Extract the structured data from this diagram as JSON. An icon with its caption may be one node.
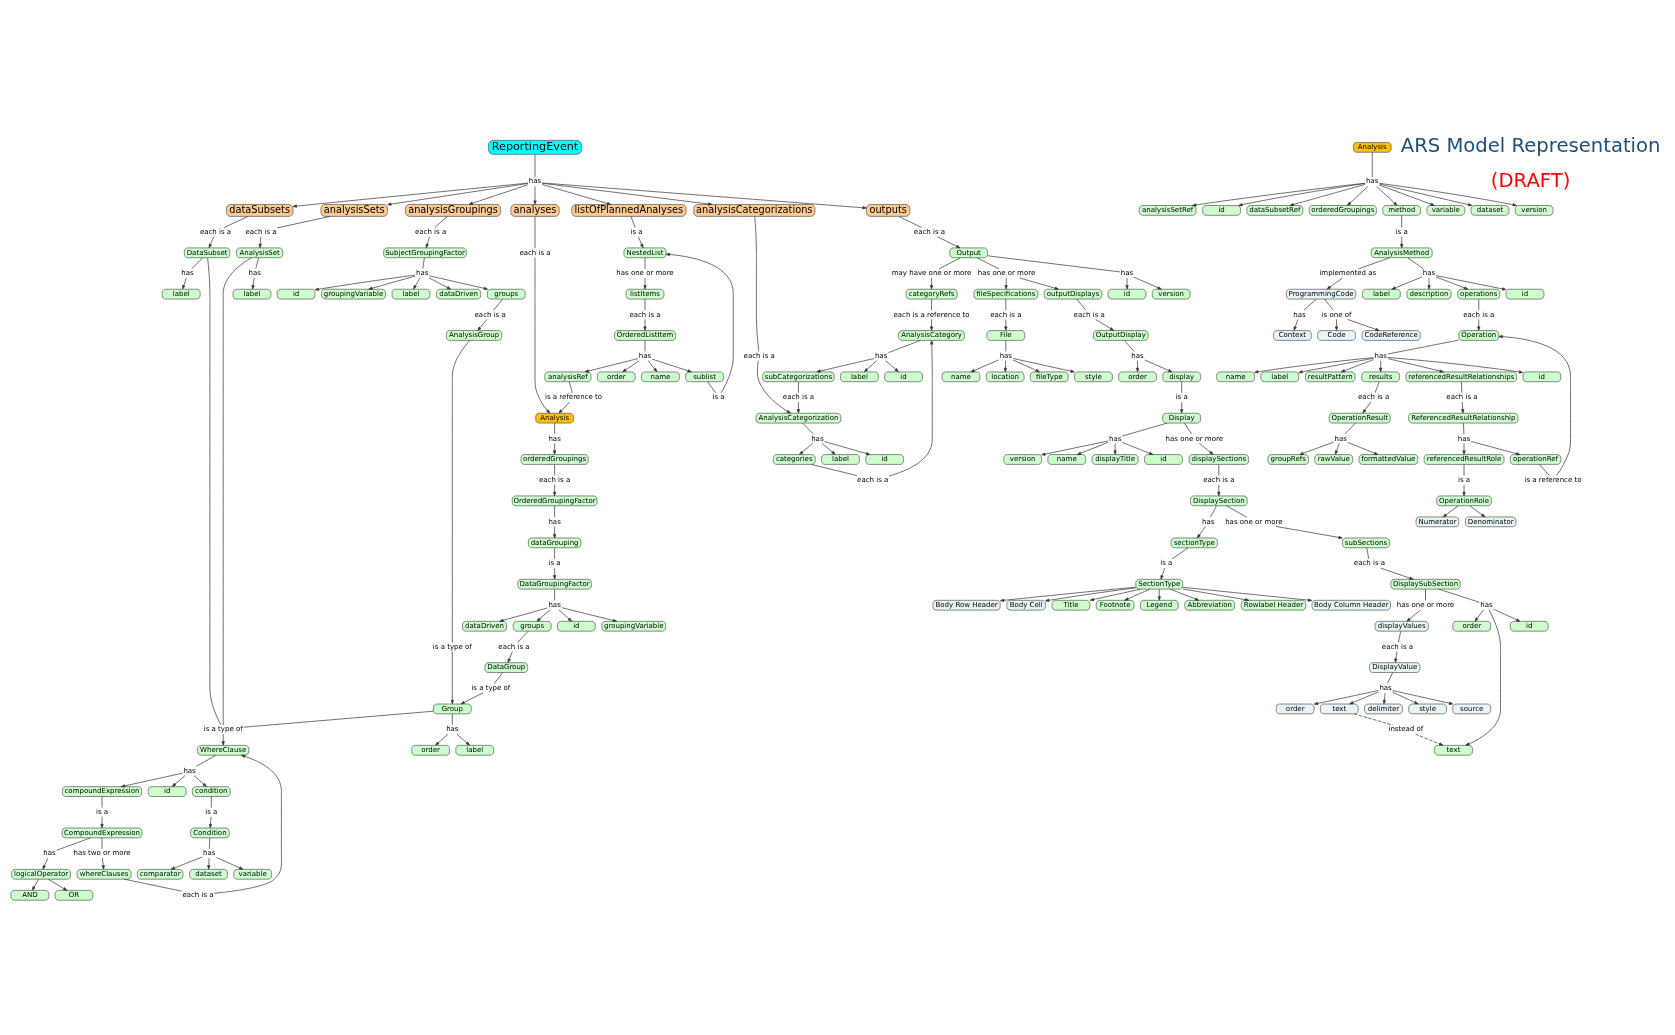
{
  "diagram": {
    "nodes": [
      {
        "text": [
          "ReportingEvent"
        ]
      },
      {
        "text": [
          "has"
        ]
      },
      {
        "text": [
          "dataSubsets"
        ]
      },
      {
        "text": [
          "analysisSets"
        ]
      },
      {
        "text": [
          "analysisGroupings"
        ]
      },
      {
        "text": [
          "analyses"
        ]
      },
      {
        "text": [
          "listOfPlannedAnalyses"
        ]
      },
      {
        "text": [
          "outputs"
        ]
      },
      {
        "text": [
          "analysisCategorizations"
        ]
      },
      {
        "text": [
          "each is a"
        ]
      },
      {
        "text": [
          "DataSubset"
        ]
      },
      {
        "text": [
          "has"
        ]
      },
      {
        "text": [
          "label"
        ]
      },
      {
        "text": [
          "is a type of"
        ]
      },
      {
        "text": [
          "each is a"
        ]
      },
      {
        "text": [
          "AnalysisSet"
        ]
      },
      {
        "text": [
          "has"
        ]
      },
      {
        "text": [
          "label"
        ]
      },
      {
        "text": [
          "each is a"
        ]
      },
      {
        "text": [
          "SubjectGroupingFactor"
        ]
      },
      {
        "text": [
          "has"
        ]
      },
      {
        "text": [
          "id"
        ]
      },
      {
        "text": [
          "groupingVariable"
        ]
      },
      {
        "text": [
          "label"
        ]
      },
      {
        "text": [
          "groups"
        ]
      },
      {
        "text": [
          "dataDriven"
        ]
      },
      {
        "text": [
          "each is a"
        ]
      },
      {
        "text": [
          "AnalysisGroup"
        ]
      },
      {
        "text": [
          "is a type of"
        ]
      },
      {
        "text": [
          "Group"
        ]
      },
      {
        "text": [
          "DataGroup"
        ]
      },
      {
        "text": [
          "is a type of"
        ]
      },
      {
        "text": [
          "has"
        ]
      },
      {
        "text": [
          "order"
        ]
      },
      {
        "text": [
          "label"
        ]
      },
      {
        "text": [
          "WhereClause"
        ]
      },
      {
        "text": [
          "has"
        ]
      },
      {
        "text": [
          "id"
        ]
      },
      {
        "text": [
          "compoundExpression"
        ]
      },
      {
        "text": [
          "condition"
        ]
      },
      {
        "text": [
          "is a"
        ]
      },
      {
        "text": [
          "Condition"
        ]
      },
      {
        "text": [
          "has"
        ]
      },
      {
        "text": [
          "dataset"
        ]
      },
      {
        "text": [
          "variable"
        ]
      },
      {
        "text": [
          "comparator"
        ]
      },
      {
        "text": [
          "is a"
        ]
      },
      {
        "text": [
          "CompoundExpression"
        ]
      },
      {
        "text": [
          "has two or more"
        ]
      },
      {
        "text": [
          "whereClauses"
        ]
      },
      {
        "text": [
          "each is a"
        ]
      },
      {
        "text": [
          "has"
        ]
      },
      {
        "text": [
          "logicalOperator"
        ]
      },
      {
        "text": [
          "AND"
        ]
      },
      {
        "text": [
          "OR"
        ]
      },
      {
        "text": [
          "each is a"
        ]
      },
      {
        "text": [
          "Analysis"
        ]
      },
      {
        "text": [
          "has"
        ]
      },
      {
        "text": [
          "orderedGroupings"
        ]
      },
      {
        "text": [
          "each is a"
        ]
      },
      {
        "text": [
          "OrderedGroupingFactor"
        ]
      },
      {
        "text": [
          "has"
        ]
      },
      {
        "text": [
          "dataGrouping"
        ]
      },
      {
        "text": [
          "is a"
        ]
      },
      {
        "text": [
          "DataGroupingFactor"
        ]
      },
      {
        "text": [
          "has"
        ]
      },
      {
        "text": [
          "id"
        ]
      },
      {
        "text": [
          "groupingVariable"
        ]
      },
      {
        "text": [
          "groups"
        ]
      },
      {
        "text": [
          "dataDriven"
        ]
      },
      {
        "text": [
          "each is a"
        ]
      },
      {
        "text": [
          "is a"
        ]
      },
      {
        "text": [
          "NestedList"
        ]
      },
      {
        "text": [
          "has one or more"
        ]
      },
      {
        "text": [
          "listItems"
        ]
      },
      {
        "text": [
          "each is a"
        ]
      },
      {
        "text": [
          "OrderedListItem"
        ]
      },
      {
        "text": [
          "has"
        ]
      },
      {
        "text": [
          "analysisRef"
        ]
      },
      {
        "text": [
          "order"
        ]
      },
      {
        "text": [
          "name"
        ]
      },
      {
        "text": [
          "sublist"
        ]
      },
      {
        "text": [
          "is a"
        ]
      },
      {
        "text": [
          "is a reference to"
        ]
      },
      {
        "text": [
          "each is a"
        ]
      },
      {
        "text": [
          "Output"
        ]
      },
      {
        "text": [
          "has"
        ]
      },
      {
        "text": [
          "id"
        ]
      },
      {
        "text": [
          "version"
        ]
      },
      {
        "text": [
          "has one or more"
        ]
      },
      {
        "text": [
          "fileSpecifications"
        ]
      },
      {
        "text": [
          "outputDisplays"
        ]
      },
      {
        "text": [
          "may have one or more"
        ]
      },
      {
        "text": [
          "categoryRefs"
        ]
      },
      {
        "text": [
          "each is a reference to"
        ]
      },
      {
        "text": [
          "each is a"
        ]
      },
      {
        "text": [
          "File"
        ]
      },
      {
        "text": [
          "has"
        ]
      },
      {
        "text": [
          "name"
        ]
      },
      {
        "text": [
          "location"
        ]
      },
      {
        "text": [
          "fileType"
        ]
      },
      {
        "text": [
          "style"
        ]
      },
      {
        "text": [
          "each is a"
        ]
      },
      {
        "text": [
          "OutputDisplay"
        ]
      },
      {
        "text": [
          "has"
        ]
      },
      {
        "text": [
          "order"
        ]
      },
      {
        "text": [
          "display"
        ]
      },
      {
        "text": [
          "is a"
        ]
      },
      {
        "text": [
          "Display"
        ]
      },
      {
        "text": [
          "has"
        ]
      },
      {
        "text": [
          "id"
        ]
      },
      {
        "text": [
          "version"
        ]
      },
      {
        "text": [
          "name"
        ]
      },
      {
        "text": [
          "displayTitle"
        ]
      },
      {
        "text": [
          "has one or more"
        ]
      },
      {
        "text": [
          "displaySections"
        ]
      },
      {
        "text": [
          "each is a"
        ]
      },
      {
        "text": [
          "DisplaySection"
        ]
      },
      {
        "text": [
          "has"
        ]
      },
      {
        "text": [
          "sectionType"
        ]
      },
      {
        "text": [
          "has one or more"
        ]
      },
      {
        "text": [
          "subSections"
        ]
      },
      {
        "text": [
          "is a"
        ]
      },
      {
        "text": [
          "SectionType"
        ]
      },
      {
        "text": [
          "Title"
        ]
      },
      {
        "text": [
          "Footnote"
        ]
      },
      {
        "text": [
          "Legend"
        ]
      },
      {
        "text": [
          "Abbreviation"
        ]
      },
      {
        "text": [
          "Rowlabel Header"
        ]
      },
      {
        "text": [
          "Body Column Header"
        ]
      },
      {
        "text": [
          "Body Row Header"
        ]
      },
      {
        "text": [
          "Body Cell"
        ]
      },
      {
        "text": [
          "each is a"
        ]
      },
      {
        "text": [
          "DisplaySubSection"
        ]
      },
      {
        "text": [
          "has one or more"
        ]
      },
      {
        "text": [
          "displayValues"
        ]
      },
      {
        "text": [
          "has"
        ]
      },
      {
        "text": [
          "id"
        ]
      },
      {
        "text": [
          "order"
        ]
      },
      {
        "text": [
          "text"
        ]
      },
      {
        "text": [
          "each is a"
        ]
      },
      {
        "text": [
          "DisplayValue"
        ]
      },
      {
        "text": [
          "has"
        ]
      },
      {
        "text": [
          "order"
        ]
      },
      {
        "text": [
          "delimiter"
        ]
      },
      {
        "text": [
          "style"
        ]
      },
      {
        "text": [
          "source"
        ]
      },
      {
        "text": [
          "text"
        ]
      },
      {
        "text": [
          "instead of"
        ]
      },
      {
        "text": [
          "each is a"
        ]
      },
      {
        "text": [
          "AnalysisCategorization"
        ]
      },
      {
        "text": [
          "has"
        ]
      },
      {
        "text": [
          "id"
        ]
      },
      {
        "text": [
          "label"
        ]
      },
      {
        "text": [
          "categories"
        ]
      },
      {
        "text": [
          "each is a"
        ]
      },
      {
        "text": [
          "AnalysisCategory"
        ]
      },
      {
        "text": [
          "has"
        ]
      },
      {
        "text": [
          "label"
        ]
      },
      {
        "text": [
          "id"
        ]
      },
      {
        "text": [
          "subCategorizations"
        ]
      },
      {
        "text": [
          "each is a"
        ]
      },
      {
        "text": [
          "Analysis"
        ]
      },
      {
        "text": [
          "has"
        ]
      },
      {
        "text": [
          "analysisSetRef"
        ]
      },
      {
        "text": [
          "id"
        ]
      },
      {
        "text": [
          "dataSubsetRef"
        ]
      },
      {
        "text": [
          "orderedGroupings"
        ]
      },
      {
        "text": [
          "method"
        ]
      },
      {
        "text": [
          "variable"
        ]
      },
      {
        "text": [
          "dataset"
        ]
      },
      {
        "text": [
          "version"
        ]
      },
      {
        "text": [
          "is a"
        ]
      },
      {
        "text": [
          "AnalysisMethod"
        ]
      },
      {
        "text": [
          "implemented as"
        ]
      },
      {
        "text": [
          "ProgrammingCode"
        ]
      },
      {
        "text": [
          "is one of"
        ]
      },
      {
        "text": [
          "Code"
        ]
      },
      {
        "text": [
          "CodeReference"
        ]
      },
      {
        "text": [
          "has"
        ]
      },
      {
        "text": [
          "Context"
        ]
      },
      {
        "text": [
          "has"
        ]
      },
      {
        "text": [
          "id"
        ]
      },
      {
        "text": [
          "label"
        ]
      },
      {
        "text": [
          "description"
        ]
      },
      {
        "text": [
          "operations"
        ]
      },
      {
        "text": [
          "each is a"
        ]
      },
      {
        "text": [
          "Operation"
        ]
      },
      {
        "text": [
          "has"
        ]
      },
      {
        "text": [
          "id"
        ]
      },
      {
        "text": [
          "name"
        ]
      },
      {
        "text": [
          "label"
        ]
      },
      {
        "text": [
          "resultPattern"
        ]
      },
      {
        "text": [
          "results"
        ]
      },
      {
        "text": [
          "referencedResultRelationships"
        ]
      },
      {
        "text": [
          "each is a"
        ]
      },
      {
        "text": [
          "OperationResult"
        ]
      },
      {
        "text": [
          "has"
        ]
      },
      {
        "text": [
          "groupRefs"
        ]
      },
      {
        "text": [
          "rawValue"
        ]
      },
      {
        "text": [
          "formattedValue"
        ]
      },
      {
        "text": [
          "each is a"
        ]
      },
      {
        "text": [
          "ReferencedResultRelationship"
        ]
      },
      {
        "text": [
          "has"
        ]
      },
      {
        "text": [
          "operationRef"
        ]
      },
      {
        "text": [
          "referencedResultRole"
        ]
      },
      {
        "text": [
          "is a reference to"
        ]
      },
      {
        "text": [
          "is a"
        ]
      },
      {
        "text": [
          "OperationRole"
        ]
      },
      {
        "text": [
          "Numerator"
        ]
      },
      {
        "text": [
          "Denominator"
        ]
      }
    ],
    "edges": [
      {
        "from": 0,
        "to": 1,
        "arrow": "none"
      },
      {
        "from": 1,
        "to": 2,
        "arrow": "to"
      },
      {
        "from": 1,
        "to": 3,
        "arrow": "to"
      },
      {
        "from": 1,
        "to": 4,
        "arrow": "to"
      },
      {
        "from": 1,
        "to": 5,
        "arrow": "to"
      },
      {
        "from": 1,
        "to": 6,
        "arrow": "to"
      },
      {
        "from": 1,
        "to": 7,
        "arrow": "to"
      },
      {
        "from": 1,
        "to": 8,
        "arrow": "to"
      },
      {
        "from": 2,
        "to": 9,
        "arrow": "none"
      },
      {
        "from": 9,
        "to": 10,
        "arrow": "to"
      },
      {
        "from": 10,
        "to": 11,
        "arrow": "none"
      },
      {
        "from": 11,
        "to": 12,
        "arrow": "to"
      },
      {
        "from": 10,
        "to": 13,
        "arrow": "none"
      },
      {
        "from": 3,
        "to": 14,
        "arrow": "none"
      },
      {
        "from": 14,
        "to": 15,
        "arrow": "to"
      },
      {
        "from": 15,
        "to": 16,
        "arrow": "none"
      },
      {
        "from": 16,
        "to": 17,
        "arrow": "to"
      },
      {
        "from": 15,
        "to": 13,
        "arrow": "none"
      },
      {
        "from": 4,
        "to": 18,
        "arrow": "none"
      },
      {
        "from": 18,
        "to": 19,
        "arrow": "to"
      },
      {
        "from": 19,
        "to": 20,
        "arrow": "none"
      },
      {
        "from": 20,
        "to": 21,
        "arrow": "to"
      },
      {
        "from": 20,
        "to": 22,
        "arrow": "to"
      },
      {
        "from": 20,
        "to": 23,
        "arrow": "to"
      },
      {
        "from": 20,
        "to": 24,
        "arrow": "to"
      },
      {
        "from": 20,
        "to": 25,
        "arrow": "to"
      },
      {
        "from": 24,
        "to": 26,
        "arrow": "none"
      },
      {
        "from": 26,
        "to": 27,
        "arrow": "to"
      },
      {
        "from": 27,
        "to": 28,
        "arrow": "none"
      },
      {
        "from": 28,
        "to": 29,
        "arrow": "to"
      },
      {
        "from": 30,
        "to": 31,
        "arrow": "none"
      },
      {
        "from": 31,
        "to": 29,
        "arrow": "to"
      },
      {
        "from": 29,
        "to": 32,
        "arrow": "none"
      },
      {
        "from": 32,
        "to": 33,
        "arrow": "to"
      },
      {
        "from": 32,
        "to": 34,
        "arrow": "to"
      },
      {
        "from": 29,
        "to": 13,
        "arrow": "none"
      },
      {
        "from": 13,
        "to": 35,
        "arrow": "to"
      },
      {
        "from": 35,
        "to": 36,
        "arrow": "none"
      },
      {
        "from": 36,
        "to": 37,
        "arrow": "to"
      },
      {
        "from": 36,
        "to": 38,
        "arrow": "to"
      },
      {
        "from": 36,
        "to": 39,
        "arrow": "to"
      },
      {
        "from": 39,
        "to": 40,
        "arrow": "none"
      },
      {
        "from": 40,
        "to": 41,
        "arrow": "to"
      },
      {
        "from": 41,
        "to": 42,
        "arrow": "none"
      },
      {
        "from": 42,
        "to": 43,
        "arrow": "to"
      },
      {
        "from": 42,
        "to": 44,
        "arrow": "to"
      },
      {
        "from": 42,
        "to": 45,
        "arrow": "to"
      },
      {
        "from": 38,
        "to": 46,
        "arrow": "none"
      },
      {
        "from": 46,
        "to": 47,
        "arrow": "to"
      },
      {
        "from": 47,
        "to": 48,
        "arrow": "none"
      },
      {
        "from": 48,
        "to": 49,
        "arrow": "to"
      },
      {
        "from": 49,
        "to": 50,
        "arrow": "none"
      },
      {
        "from": 50,
        "to": 35,
        "arrow": "to"
      },
      {
        "from": 47,
        "to": 51,
        "arrow": "none"
      },
      {
        "from": 51,
        "to": 52,
        "arrow": "to"
      },
      {
        "from": 52,
        "to": 53,
        "arrow": "to"
      },
      {
        "from": 52,
        "to": 54,
        "arrow": "to"
      },
      {
        "from": 5,
        "to": 55,
        "arrow": "none"
      },
      {
        "from": 55,
        "to": 56,
        "arrow": "to"
      },
      {
        "from": 56,
        "to": 57,
        "arrow": "none"
      },
      {
        "from": 57,
        "to": 58,
        "arrow": "to"
      },
      {
        "from": 58,
        "to": 59,
        "arrow": "none"
      },
      {
        "from": 59,
        "to": 60,
        "arrow": "to"
      },
      {
        "from": 60,
        "to": 61,
        "arrow": "none"
      },
      {
        "from": 61,
        "to": 62,
        "arrow": "to"
      },
      {
        "from": 62,
        "to": 63,
        "arrow": "none"
      },
      {
        "from": 63,
        "to": 64,
        "arrow": "to"
      },
      {
        "from": 64,
        "to": 65,
        "arrow": "none"
      },
      {
        "from": 65,
        "to": 66,
        "arrow": "to"
      },
      {
        "from": 65,
        "to": 67,
        "arrow": "to"
      },
      {
        "from": 65,
        "to": 68,
        "arrow": "to"
      },
      {
        "from": 65,
        "to": 69,
        "arrow": "to"
      },
      {
        "from": 68,
        "to": 70,
        "arrow": "none"
      },
      {
        "from": 70,
        "to": 30,
        "arrow": "to"
      },
      {
        "from": 6,
        "to": 71,
        "arrow": "none"
      },
      {
        "from": 71,
        "to": 72,
        "arrow": "to"
      },
      {
        "from": 72,
        "to": 73,
        "arrow": "none"
      },
      {
        "from": 73,
        "to": 74,
        "arrow": "to"
      },
      {
        "from": 74,
        "to": 75,
        "arrow": "none"
      },
      {
        "from": 75,
        "to": 76,
        "arrow": "to"
      },
      {
        "from": 76,
        "to": 77,
        "arrow": "none"
      },
      {
        "from": 77,
        "to": 78,
        "arrow": "to"
      },
      {
        "from": 77,
        "to": 79,
        "arrow": "to"
      },
      {
        "from": 77,
        "to": 80,
        "arrow": "to"
      },
      {
        "from": 77,
        "to": 81,
        "arrow": "to"
      },
      {
        "from": 81,
        "to": 82,
        "arrow": "none"
      },
      {
        "from": 82,
        "to": 72,
        "arrow": "to"
      },
      {
        "from": 78,
        "to": 83,
        "arrow": "none"
      },
      {
        "from": 83,
        "to": 56,
        "arrow": "to"
      },
      {
        "from": 7,
        "to": 84,
        "arrow": "none"
      },
      {
        "from": 84,
        "to": 85,
        "arrow": "to"
      },
      {
        "from": 85,
        "to": 86,
        "arrow": "none"
      },
      {
        "from": 86,
        "to": 87,
        "arrow": "to"
      },
      {
        "from": 86,
        "to": 88,
        "arrow": "to"
      },
      {
        "from": 85,
        "to": 89,
        "arrow": "none"
      },
      {
        "from": 89,
        "to": 90,
        "arrow": "to"
      },
      {
        "from": 89,
        "to": 91,
        "arrow": "to"
      },
      {
        "from": 85,
        "to": 92,
        "arrow": "none"
      },
      {
        "from": 92,
        "to": 93,
        "arrow": "to"
      },
      {
        "from": 93,
        "to": 94,
        "arrow": "none"
      },
      {
        "from": 94,
        "to": 156,
        "arrow": "to"
      },
      {
        "from": 90,
        "to": 95,
        "arrow": "none"
      },
      {
        "from": 95,
        "to": 96,
        "arrow": "to"
      },
      {
        "from": 96,
        "to": 97,
        "arrow": "none"
      },
      {
        "from": 97,
        "to": 98,
        "arrow": "to"
      },
      {
        "from": 97,
        "to": 99,
        "arrow": "to"
      },
      {
        "from": 97,
        "to": 100,
        "arrow": "to"
      },
      {
        "from": 97,
        "to": 101,
        "arrow": "to"
      },
      {
        "from": 91,
        "to": 102,
        "arrow": "none"
      },
      {
        "from": 102,
        "to": 103,
        "arrow": "to"
      },
      {
        "from": 103,
        "to": 104,
        "arrow": "none"
      },
      {
        "from": 104,
        "to": 105,
        "arrow": "to"
      },
      {
        "from": 104,
        "to": 106,
        "arrow": "to"
      },
      {
        "from": 106,
        "to": 107,
        "arrow": "none"
      },
      {
        "from": 107,
        "to": 108,
        "arrow": "to"
      },
      {
        "from": 108,
        "to": 109,
        "arrow": "none"
      },
      {
        "from": 109,
        "to": 110,
        "arrow": "to"
      },
      {
        "from": 109,
        "to": 111,
        "arrow": "to"
      },
      {
        "from": 109,
        "to": 112,
        "arrow": "to"
      },
      {
        "from": 109,
        "to": 113,
        "arrow": "to"
      },
      {
        "from": 108,
        "to": 114,
        "arrow": "none"
      },
      {
        "from": 114,
        "to": 115,
        "arrow": "to"
      },
      {
        "from": 115,
        "to": 116,
        "arrow": "none"
      },
      {
        "from": 116,
        "to": 117,
        "arrow": "to"
      },
      {
        "from": 117,
        "to": 118,
        "arrow": "none"
      },
      {
        "from": 118,
        "to": 119,
        "arrow": "to"
      },
      {
        "from": 117,
        "to": 120,
        "arrow": "none"
      },
      {
        "from": 120,
        "to": 121,
        "arrow": "to"
      },
      {
        "from": 119,
        "to": 122,
        "arrow": "none"
      },
      {
        "from": 122,
        "to": 123,
        "arrow": "to"
      },
      {
        "from": 123,
        "to": 124,
        "arrow": "to"
      },
      {
        "from": 123,
        "to": 125,
        "arrow": "to"
      },
      {
        "from": 123,
        "to": 126,
        "arrow": "to"
      },
      {
        "from": 123,
        "to": 127,
        "arrow": "to"
      },
      {
        "from": 123,
        "to": 128,
        "arrow": "to"
      },
      {
        "from": 123,
        "to": 129,
        "arrow": "to"
      },
      {
        "from": 123,
        "to": 130,
        "arrow": "to"
      },
      {
        "from": 123,
        "to": 131,
        "arrow": "to"
      },
      {
        "from": 121,
        "to": 132,
        "arrow": "none"
      },
      {
        "from": 132,
        "to": 133,
        "arrow": "to"
      },
      {
        "from": 133,
        "to": 134,
        "arrow": "none"
      },
      {
        "from": 134,
        "to": 135,
        "arrow": "to"
      },
      {
        "from": 133,
        "to": 136,
        "arrow": "none"
      },
      {
        "from": 136,
        "to": 137,
        "arrow": "to"
      },
      {
        "from": 136,
        "to": 138,
        "arrow": "to"
      },
      {
        "from": 136,
        "to": 139,
        "arrow": "to"
      },
      {
        "from": 135,
        "to": 140,
        "arrow": "none"
      },
      {
        "from": 140,
        "to": 141,
        "arrow": "to"
      },
      {
        "from": 141,
        "to": 142,
        "arrow": "none"
      },
      {
        "from": 142,
        "to": 143,
        "arrow": "to"
      },
      {
        "from": 142,
        "to": 144,
        "arrow": "to"
      },
      {
        "from": 142,
        "to": 145,
        "arrow": "to"
      },
      {
        "from": 142,
        "to": 146,
        "arrow": "to"
      },
      {
        "from": 142,
        "to": 147,
        "arrow": "to"
      },
      {
        "from": 147,
        "to": 148,
        "arrow": "none",
        "style": "dashed"
      },
      {
        "from": 148,
        "to": 139,
        "arrow": "to",
        "style": "dashed"
      },
      {
        "from": 8,
        "to": 149,
        "arrow": "none"
      },
      {
        "from": 149,
        "to": 150,
        "arrow": "to"
      },
      {
        "from": 150,
        "to": 151,
        "arrow": "none"
      },
      {
        "from": 151,
        "to": 152,
        "arrow": "to"
      },
      {
        "from": 151,
        "to": 153,
        "arrow": "to"
      },
      {
        "from": 151,
        "to": 154,
        "arrow": "to"
      },
      {
        "from": 154,
        "to": 155,
        "arrow": "none"
      },
      {
        "from": 155,
        "to": 156,
        "arrow": "to"
      },
      {
        "from": 156,
        "to": 157,
        "arrow": "none"
      },
      {
        "from": 157,
        "to": 158,
        "arrow": "to"
      },
      {
        "from": 157,
        "to": 159,
        "arrow": "to"
      },
      {
        "from": 157,
        "to": 160,
        "arrow": "to"
      },
      {
        "from": 160,
        "to": 161,
        "arrow": "none"
      },
      {
        "from": 161,
        "to": 150,
        "arrow": "to"
      },
      {
        "from": 162,
        "to": 163,
        "arrow": "none"
      },
      {
        "from": 163,
        "to": 164,
        "arrow": "to"
      },
      {
        "from": 163,
        "to": 165,
        "arrow": "to"
      },
      {
        "from": 163,
        "to": 166,
        "arrow": "to"
      },
      {
        "from": 163,
        "to": 167,
        "arrow": "to"
      },
      {
        "from": 163,
        "to": 168,
        "arrow": "to"
      },
      {
        "from": 163,
        "to": 169,
        "arrow": "to"
      },
      {
        "from": 163,
        "to": 170,
        "arrow": "to"
      },
      {
        "from": 163,
        "to": 171,
        "arrow": "to"
      },
      {
        "from": 168,
        "to": 172,
        "arrow": "none"
      },
      {
        "from": 172,
        "to": 173,
        "arrow": "to"
      },
      {
        "from": 173,
        "to": 174,
        "arrow": "none"
      },
      {
        "from": 174,
        "to": 175,
        "arrow": "to"
      },
      {
        "from": 175,
        "to": 176,
        "arrow": "none"
      },
      {
        "from": 176,
        "to": 177,
        "arrow": "to"
      },
      {
        "from": 176,
        "to": 178,
        "arrow": "to"
      },
      {
        "from": 175,
        "to": 179,
        "arrow": "none"
      },
      {
        "from": 179,
        "to": 180,
        "arrow": "to"
      },
      {
        "from": 173,
        "to": 181,
        "arrow": "none"
      },
      {
        "from": 181,
        "to": 182,
        "arrow": "to"
      },
      {
        "from": 181,
        "to": 183,
        "arrow": "to"
      },
      {
        "from": 181,
        "to": 184,
        "arrow": "to"
      },
      {
        "from": 181,
        "to": 185,
        "arrow": "to"
      },
      {
        "from": 185,
        "to": 186,
        "arrow": "none"
      },
      {
        "from": 186,
        "to": 187,
        "arrow": "to"
      },
      {
        "from": 187,
        "to": 188,
        "arrow": "none"
      },
      {
        "from": 188,
        "to": 189,
        "arrow": "to"
      },
      {
        "from": 188,
        "to": 190,
        "arrow": "to"
      },
      {
        "from": 188,
        "to": 191,
        "arrow": "to"
      },
      {
        "from": 188,
        "to": 192,
        "arrow": "to"
      },
      {
        "from": 188,
        "to": 193,
        "arrow": "to"
      },
      {
        "from": 188,
        "to": 194,
        "arrow": "to"
      },
      {
        "from": 193,
        "to": 195,
        "arrow": "none"
      },
      {
        "from": 195,
        "to": 196,
        "arrow": "to"
      },
      {
        "from": 196,
        "to": 197,
        "arrow": "none"
      },
      {
        "from": 197,
        "to": 198,
        "arrow": "to"
      },
      {
        "from": 197,
        "to": 199,
        "arrow": "to"
      },
      {
        "from": 197,
        "to": 200,
        "arrow": "to"
      },
      {
        "from": 194,
        "to": 201,
        "arrow": "none"
      },
      {
        "from": 201,
        "to": 202,
        "arrow": "to"
      },
      {
        "from": 202,
        "to": 203,
        "arrow": "none"
      },
      {
        "from": 203,
        "to": 204,
        "arrow": "to"
      },
      {
        "from": 203,
        "to": 205,
        "arrow": "to"
      },
      {
        "from": 204,
        "to": 206,
        "arrow": "none"
      },
      {
        "from": 206,
        "to": 187,
        "arrow": "to"
      },
      {
        "from": 205,
        "to": 207,
        "arrow": "none"
      },
      {
        "from": 207,
        "to": 208,
        "arrow": "to"
      },
      {
        "from": 208,
        "to": 209,
        "arrow": "to"
      },
      {
        "from": 208,
        "to": 210,
        "arrow": "to"
      }
    ],
    "labels": [
      "ARS Model Representation",
      "(DRAFT)"
    ]
  }
}
